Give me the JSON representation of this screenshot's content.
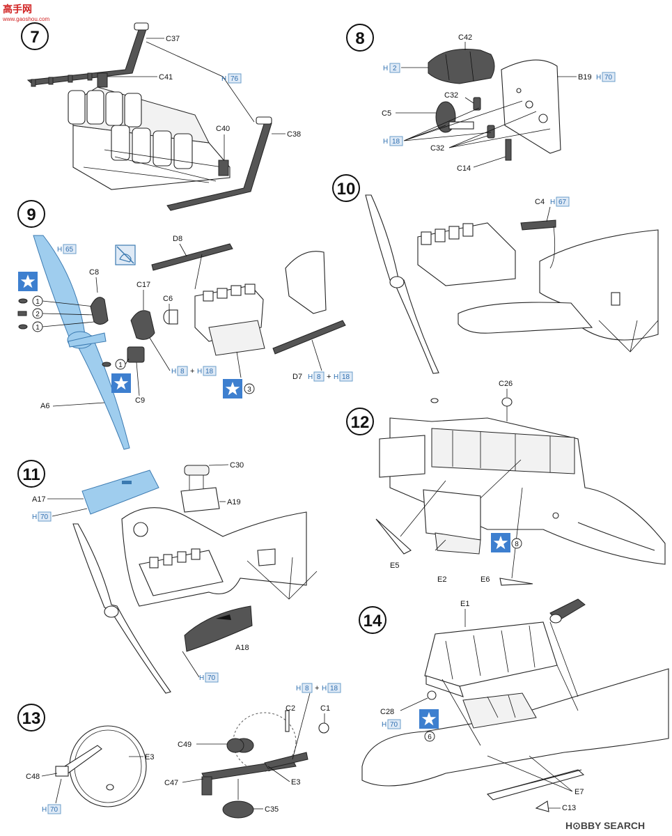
{
  "watermark": {
    "logo_text": "高手网",
    "url": "www.gaoshou.com",
    "brand": "H⊙BBY SEARCH"
  },
  "colors": {
    "accent_blue": "#3d7fcf",
    "paint_code_text": "#2f6fb0",
    "paint_code_box": "#dfeaf6",
    "highlight_part": "#9fcdee"
  },
  "steps": {
    "s7": {
      "number": "7",
      "labels": {
        "c37": "C37",
        "c41": "C41",
        "c40": "C40",
        "c38": "C38"
      },
      "paint": {
        "h76": "76"
      }
    },
    "s8": {
      "number": "8",
      "labels": {
        "c42": "C42",
        "b19": "B19",
        "c32a": "C32",
        "c5": "C5",
        "c32b": "C32",
        "c14": "C14"
      },
      "paint": {
        "h2": "2",
        "h70": "70",
        "h18": "18"
      }
    },
    "s9": {
      "number": "9",
      "labels": {
        "d8": "D8",
        "c8": "C8",
        "c17": "C17",
        "c6": "C6",
        "c9": "C9",
        "a6": "A6",
        "d7": "D7"
      },
      "paint": {
        "h65": "65",
        "h8a": "8",
        "h18a": "18",
        "h8b": "8",
        "h18b": "18"
      },
      "sub": {
        "n1a": "1",
        "n2": "2",
        "n1b": "1",
        "n1c": "1",
        "n3": "3"
      }
    },
    "s10": {
      "number": "10",
      "labels": {
        "c4": "C4"
      },
      "paint": {
        "h67": "67"
      }
    },
    "s11": {
      "number": "11",
      "labels": {
        "c30": "C30",
        "a17": "A17",
        "a19": "A19",
        "a18": "A18"
      },
      "paint": {
        "h70a": "70",
        "h70b": "70"
      }
    },
    "s12": {
      "number": "12",
      "labels": {
        "c26": "C26",
        "e5": "E5",
        "e2": "E2",
        "e6": "E6"
      },
      "sub": {
        "n8": "8"
      }
    },
    "s13": {
      "number": "13",
      "labels": {
        "c2": "C2",
        "c1": "C1",
        "c49": "C49",
        "e3a": "E3",
        "c48": "C48",
        "c47": "C47",
        "e3b": "E3",
        "c35": "C35"
      },
      "paint": {
        "h8": "8",
        "h18": "18",
        "h70": "70"
      }
    },
    "s14": {
      "number": "14",
      "labels": {
        "e1": "E1",
        "c28": "C28",
        "e7": "E7",
        "c13": "C13"
      },
      "paint": {
        "h70": "70"
      },
      "sub": {
        "n6": "6"
      }
    }
  }
}
